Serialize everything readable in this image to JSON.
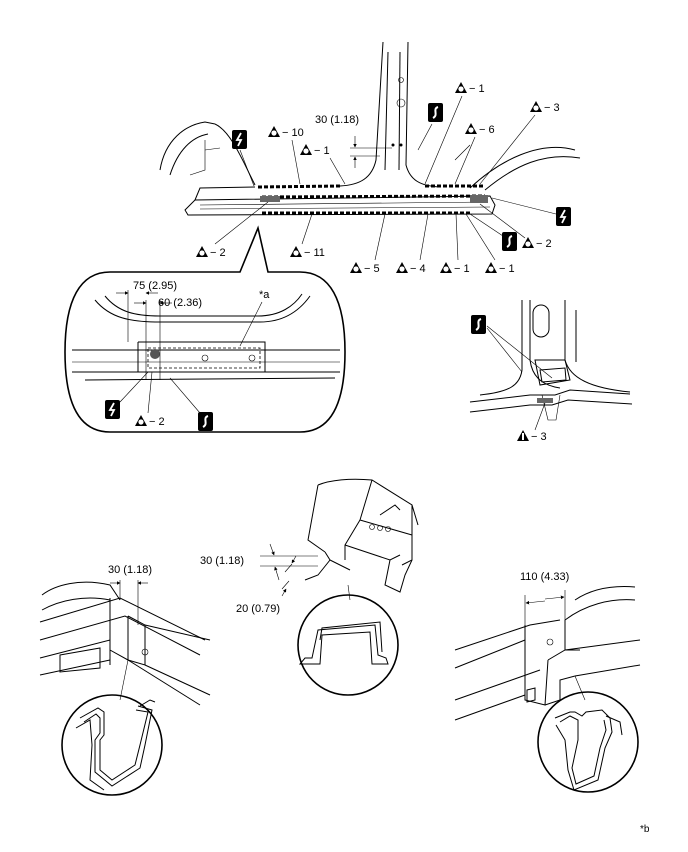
{
  "icons": {
    "spot_weld": "spot-weld-icon",
    "plug_weld": "plug-weld-icon",
    "mig_weld": "mig-weld-icon",
    "cut": "cut-icon",
    "seam": "seam-icon"
  },
  "top_view": {
    "dim_pillar": "30 (1.18)",
    "labels": {
      "l10": "− 10",
      "l1a": "− 1",
      "l1b": "− 1",
      "l3": "− 3",
      "l6": "− 6",
      "l2a": "− 2",
      "l2b": "− 2",
      "l11": "− 11",
      "l5": "− 5",
      "l4": "− 4",
      "l1c": "− 1",
      "l1d": "− 1"
    }
  },
  "detail_a": {
    "callout": "*a",
    "dim_outer": "75 (2.95)",
    "dim_inner": "60 (2.36)",
    "label_2": "− 2"
  },
  "pillar_detail": {
    "label_3": "− 3"
  },
  "bottom_left": {
    "dim": "30 (1.18)"
  },
  "bottom_center": {
    "dim_top": "30 (1.18)",
    "dim_bottom": "20 (0.79)"
  },
  "bottom_right": {
    "dim": "110 (4.33)"
  },
  "callout_b": "*b"
}
